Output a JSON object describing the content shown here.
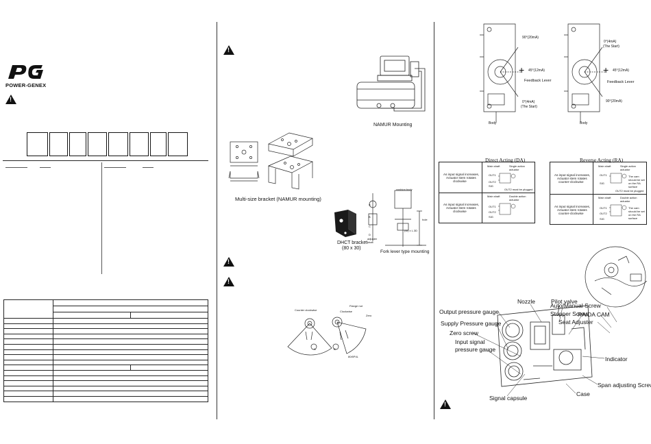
{
  "brand": {
    "logo": "PG",
    "name": "POWER-GENEX"
  },
  "figures": {
    "namur_mounting": "NAMUR Mounting",
    "multi_bracket": "Multi-size bracket (NAMUR mounting)",
    "dhct_bracket": "DHCT bracket",
    "dhct_size": "(80 x 30)",
    "fork_lever": "Fork lever type mounting",
    "fork_notes": {
      "a": "A",
      "b": "B",
      "c": "C",
      "d": "D",
      "cushion": "cushion body",
      "adjuster": "adjuster",
      "shaft": "shaft",
      "dim": "(W) x L.3D",
      "hole": "hole"
    },
    "cam_notes": {
      "counter": "Counter clockwise",
      "clock": "Clockwise",
      "nut": "Flange nut",
      "zero": "Zero",
      "dim": "80/6P4L",
      "a": "A",
      "b": "B"
    }
  },
  "lever_diagrams": {
    "left": {
      "top": "90°(20mA)",
      "mid": "45°(12mA)",
      "feedback": "Feedback Lever",
      "bottom": "0°(4mA)",
      "bottom2": "(The Start)",
      "body": "Body"
    },
    "right": {
      "top": "0°(4mA)",
      "top2": "(The Start)",
      "mid": "45°(12mA)",
      "feedback": "Feedback Lever",
      "bottom": "90°(20mA)",
      "body": "Body"
    }
  },
  "acting": {
    "direct": {
      "title": "Direct Acting (DA)",
      "row1": {
        "desc": [
          "As input signal increases,",
          "Actuator stem rotates",
          "clockwise"
        ],
        "main": "Main shaft",
        "single": "Single action actuator",
        "out1": "OUT1",
        "out2": "OUT2",
        "sig": "SIG",
        "note": "OUT2 must be plugged"
      },
      "row2": {
        "desc": [
          "As input signal increases,",
          "Actuator stem rotates",
          "clockwise"
        ],
        "main": "Main shaft",
        "double": "Double action actuator",
        "out1": "OUT1",
        "out2": "OUT2",
        "sig": "SIG"
      }
    },
    "reverse": {
      "title": "Reverse Acting (RA)",
      "row1": {
        "desc": [
          "As input signal increases,",
          "Actuator stem rotates",
          "counter-clockwise"
        ],
        "main": "Main shaft",
        "single": "Single action actuator",
        "out1": "OUT1",
        "sig": "SIG",
        "note": "OUT2 must be plugged",
        "cam": "The cam should be set on the RA surface"
      },
      "row2": {
        "desc": [
          "As input signal increases,",
          "Actuator stem rotates",
          "counter-clockwise"
        ],
        "main": "Main shaft",
        "double": "Double action actuator",
        "out1": "OUT1",
        "out2": "OUT2",
        "sig": "SIG",
        "cam": "The cam should be set on the RA surface"
      }
    }
  },
  "parts": {
    "auto_manual": "Auto/Manual Screw",
    "stopper": "Stopper Screw",
    "seat": "Seat Adjuster",
    "nozzle": "Nozzle",
    "pilot": "Pilot valve",
    "output_gauge": "Output pressure gauge",
    "supply_gauge": "Supply Pressure gauge",
    "zero": "Zero screw",
    "input1": "Input signal",
    "input2": "pressure gauge",
    "cam": "RA/DA CAM",
    "indicator": "Indicator",
    "span": "Span adjusting Screw",
    "case": "Case",
    "capsule": "Signal capsule"
  }
}
